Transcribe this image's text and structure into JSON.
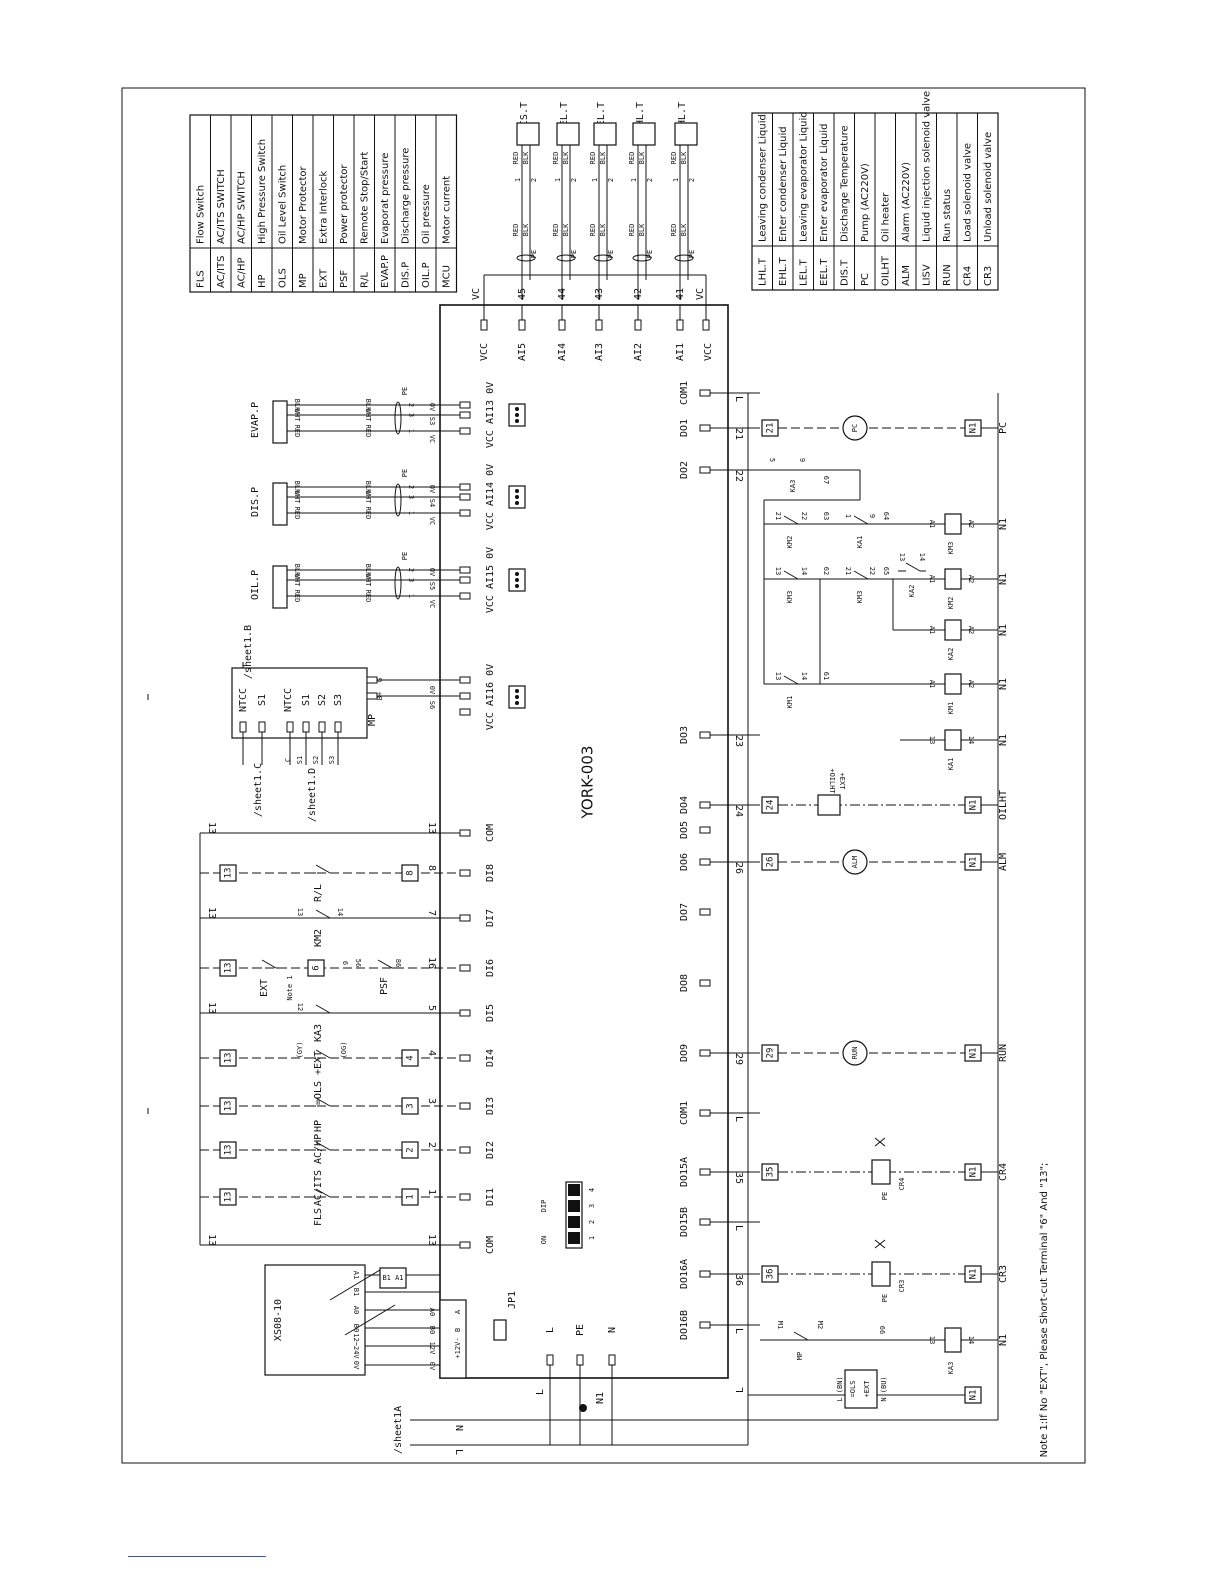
{
  "controller": {
    "model": "YORK-003",
    "jumper": "JP1",
    "dip": {
      "on": "ON",
      "name": "DIP",
      "positions": [
        "1",
        "2",
        "3",
        "4"
      ]
    }
  },
  "legend_left": [
    {
      "code": "FLS",
      "desc": "Flow Switch"
    },
    {
      "code": "AC/ITS",
      "desc": "AC/ITS SWITCH"
    },
    {
      "code": "AC/HP",
      "desc": "AC/HP SWITCH"
    },
    {
      "code": "HP",
      "desc": "High Pressure Switch"
    },
    {
      "code": "OLS",
      "desc": "Oil Level Switch"
    },
    {
      "code": "MP",
      "desc": "Motor Protector"
    },
    {
      "code": "EXT",
      "desc": "Extra Interlock"
    },
    {
      "code": "PSF",
      "desc": "Power protector"
    },
    {
      "code": "R/L",
      "desc": "Remote Stop/Start"
    },
    {
      "code": "EVAP.P",
      "desc": "Evaporat pressure"
    },
    {
      "code": "DIS.P",
      "desc": "Discharge pressure"
    },
    {
      "code": "OIL.P",
      "desc": "Oil pressure"
    },
    {
      "code": "MCU",
      "desc": "Motor current"
    }
  ],
  "legend_right": [
    {
      "code": "LHL.T",
      "desc": "Leaving condenser Liquid"
    },
    {
      "code": "EHL.T",
      "desc": "Enter condenser Liquid"
    },
    {
      "code": "LEL.T",
      "desc": "Leaving evaporator Liquid"
    },
    {
      "code": "EEL.T",
      "desc": "Enter evaporator Liquid"
    },
    {
      "code": "DIS.T",
      "desc": "Discharge Temperature"
    },
    {
      "code": "PC",
      "desc": "Pump (AC220V)"
    },
    {
      "code": "OILHT",
      "desc": "Oil heater"
    },
    {
      "code": "ALM",
      "desc": "Alarm (AC220V)"
    },
    {
      "code": "LISV",
      "desc": "Liquid injection solenoid valve"
    },
    {
      "code": "RUN",
      "desc": "Run status"
    },
    {
      "code": "CR4",
      "desc": "Load solenoid valve"
    },
    {
      "code": "CR3",
      "desc": "Unload solenoid valve"
    }
  ],
  "temp_sensors": [
    {
      "name": "DIS.T",
      "terminal": "45",
      "input": "AI5"
    },
    {
      "name": "EEL.T",
      "terminal": "44",
      "input": "AI4"
    },
    {
      "name": "LEL.T",
      "terminal": "43",
      "input": "AI3"
    },
    {
      "name": "EHL.T",
      "terminal": "42",
      "input": "AI2"
    },
    {
      "name": "LHL.T",
      "terminal": "41",
      "input": "AI1"
    }
  ],
  "sensor_wires": {
    "red": "RED",
    "blk": "BLK",
    "wht": "WHT",
    "pe": "PE",
    "p1": "1",
    "p2": "2",
    "p3": "3"
  },
  "vcc": {
    "vc": "VC",
    "vcc": "VCC"
  },
  "pressure_sensors": [
    {
      "name": "EVAP.P",
      "signal": "S3",
      "connector": "VCC AI13 0V"
    },
    {
      "name": "DIS.P",
      "signal": "S4",
      "connector": "VCC AI14 0V"
    },
    {
      "name": "OIL.P",
      "signal": "S5",
      "connector": "VCC AI15 0V"
    }
  ],
  "press_pins": {
    "vc": "VC",
    "ov": "0V"
  },
  "mp_module": {
    "name": "MP",
    "connector": "VCC AI16 0V",
    "pins_top": [
      "NTCC",
      "S1"
    ],
    "pins_bottom": [
      "NTCC",
      "S1",
      "S2",
      "S3"
    ],
    "refs": [
      "/sheet1.C",
      "/sheet1.D",
      "/sheet1.B"
    ],
    "wires_top": [
      "C",
      "S1"
    ],
    "wires_bottom": [
      "C",
      "S1",
      "S2",
      "S3"
    ],
    "out": [
      "G",
      "B+"
    ],
    "out_pins": [
      "0V",
      "S6"
    ]
  },
  "digital_inputs": [
    {
      "di": "COM",
      "term": "13",
      "left": "13"
    },
    {
      "di": "DI8",
      "term": "8",
      "dev": "R/L",
      "box_l": "13",
      "box_r": "8"
    },
    {
      "di": "DI7",
      "term": "7",
      "dev": "KM2",
      "c1": "13",
      "c2": "14",
      "left": "13"
    },
    {
      "di": "DI6",
      "term": "16",
      "dev": "EXT",
      "note": "Note 1",
      "box_l": "13",
      "box_m": "6",
      "p1": "6",
      "p2": "56",
      "dev2": "PSF",
      "p3": "86"
    },
    {
      "di": "DI5",
      "term": "5",
      "dev": "KA3",
      "c1": "12",
      "left": "13"
    },
    {
      "di": "DI4",
      "term": "4",
      "dev": "=OLS +EXT",
      "gy": "(GY)",
      "og": "(OG)",
      "box_l": "13",
      "box_r": "4"
    },
    {
      "di": "DI3",
      "term": "3",
      "dev": "HP",
      "box_l": "13",
      "box_r": "3"
    },
    {
      "di": "DI2",
      "term": "2",
      "dev": "AC/ITS AC/HP",
      "box_l": "13",
      "box_r": "2"
    },
    {
      "di": "DI1",
      "term": "1",
      "dev": "FLS",
      "box_l": "13",
      "box_r": "1"
    },
    {
      "di": "COM",
      "term": "13",
      "left": "13"
    }
  ],
  "digital_outputs": [
    {
      "do": "COM1",
      "wire": "L"
    },
    {
      "do": "DO1",
      "wire": "21",
      "box": "21",
      "load": "PC",
      "n": "N1",
      "label": "PC"
    },
    {
      "do": "DO2",
      "wire": "22"
    },
    {
      "do": "DO3",
      "wire": "23"
    },
    {
      "do": "DO4",
      "wire": "24",
      "box": "24",
      "load": "OILHT",
      "n": "N1",
      "label": "OILHT"
    },
    {
      "do": "DO5"
    },
    {
      "do": "DO6",
      "wire": "26",
      "box": "26",
      "load": "ALM",
      "n": "N1",
      "label": "ALM"
    },
    {
      "do": "DO7"
    },
    {
      "do": "DO8"
    },
    {
      "do": "DO9",
      "wire": "29",
      "box": "29",
      "load": "RUN",
      "n": "N1",
      "label": "RUN"
    },
    {
      "do": "COM1",
      "wire": "L"
    },
    {
      "do": "DO15A",
      "wire": "35",
      "box": "35",
      "load": "CR4",
      "n": "N1",
      "label": "CR4"
    },
    {
      "do": "DO15B",
      "wire": "L"
    },
    {
      "do": "DO16A",
      "wire": "36",
      "box": "36",
      "load": "CR3",
      "n": "N1",
      "label": "CR3"
    },
    {
      "do": "DO16B",
      "wire": "L"
    }
  ],
  "relay_logic": {
    "ka3": {
      "name": "KA3",
      "p1": "5",
      "p2": "9",
      "p3": "67"
    },
    "row1": {
      "c": "KM2",
      "c1": "21",
      "c2": "22",
      "w1": "63",
      "c3": "KA1",
      "c4": "1",
      "c5": "9",
      "w2": "64",
      "coil": "KM3",
      "a1": "A1",
      "a2": "A2",
      "n": "N1"
    },
    "row2": {
      "c": "KM3",
      "c1": "13",
      "c2": "14",
      "c3": "KM3",
      "c4": "21",
      "c5": "22",
      "w1": "62",
      "ka2": "KA2",
      "k1": "13",
      "k2": "14",
      "w2": "65",
      "coil": "KM2",
      "a1": "A1",
      "a2": "A2",
      "n": "N1"
    },
    "row3": {
      "coil": "KA2",
      "a1": "A1",
      "a2": "A2",
      "n": "N1"
    },
    "row4": {
      "c": "KM1",
      "c1": "13",
      "c2": "14",
      "w1": "61",
      "coil": "KM1",
      "a1": "A1",
      "a2": "A2",
      "n": "N1"
    },
    "row5": {
      "coil": "KA1",
      "a1": "13",
      "a2": "14",
      "n": "N1"
    },
    "oilht": {
      "top": "+OILHT",
      "bot": "+EXT"
    },
    "bottom": {
      "mp": "MP",
      "m1": "M1",
      "m2": "M2",
      "w": "66",
      "ols": "=OLS",
      "ext": "+EXT",
      "lbn": "L (BN)",
      "nbu": "N (BU)",
      "coil": "KA3",
      "a1": "13",
      "a2": "14",
      "n": "N1",
      "l": "L",
      "pe": "PE"
    }
  },
  "power": {
    "labels": [
      "L",
      "PE",
      "N"
    ],
    "wire": "N1"
  },
  "comm": {
    "module": "XS08-10",
    "pins": [
      "A1",
      "B1",
      "A0",
      "B0",
      "12~24V",
      "0V"
    ],
    "box": "B1 A1",
    "board_pins": [
      "A0",
      "B0",
      "12V",
      "0V"
    ],
    "board_labels": [
      "A",
      "B",
      "+12V-"
    ]
  },
  "sheet_ref": {
    "name": "/sheet1A",
    "lines": [
      "N",
      "L"
    ]
  },
  "note": "Note 1:If No \"EXT\", Please Short-cut Terminal \"6\" And \"13\";"
}
